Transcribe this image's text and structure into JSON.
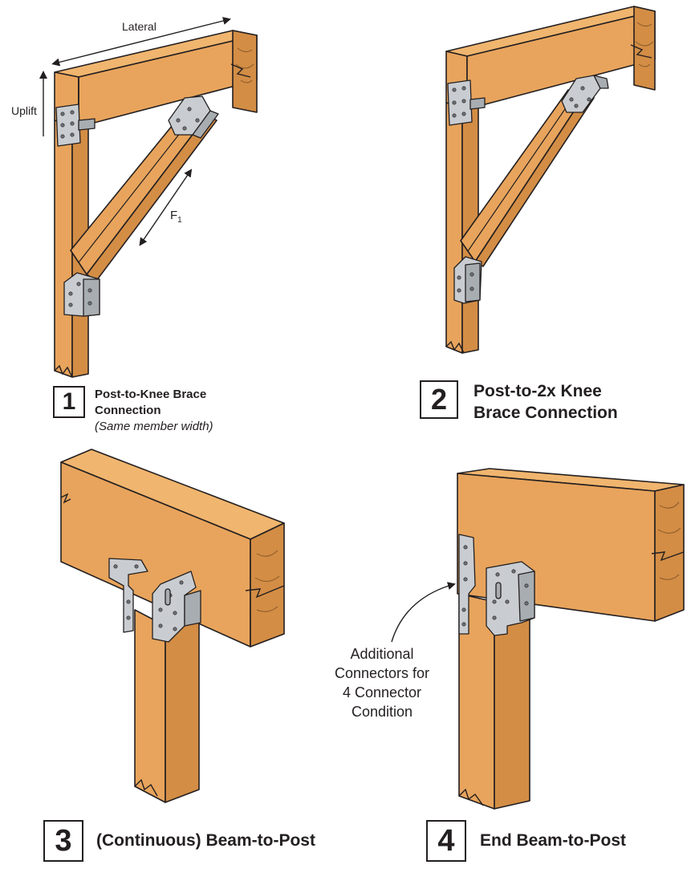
{
  "figure1": {
    "number": "1",
    "title_line1": "Post-to-Knee Brace",
    "title_line2": "Connection",
    "subtitle": "(Same member width)",
    "label_lateral": "Lateral",
    "label_uplift": "Uplift",
    "label_force": "F",
    "label_force_sub": "1"
  },
  "figure2": {
    "number": "2",
    "title_line1": "Post-to-2x Knee",
    "title_line2": "Brace Connection"
  },
  "figure3": {
    "number": "3",
    "title": "(Continuous) Beam-to-Post"
  },
  "figure4": {
    "number": "4",
    "title": "End Beam-to-Post",
    "callout_line1": "Additional",
    "callout_line2": "Connectors for",
    "callout_line3": "4 Connector",
    "callout_line4": "Condition"
  },
  "colors": {
    "wood": "#e8a45c",
    "metal": "#c9cdd1",
    "ink": "#231f20"
  }
}
